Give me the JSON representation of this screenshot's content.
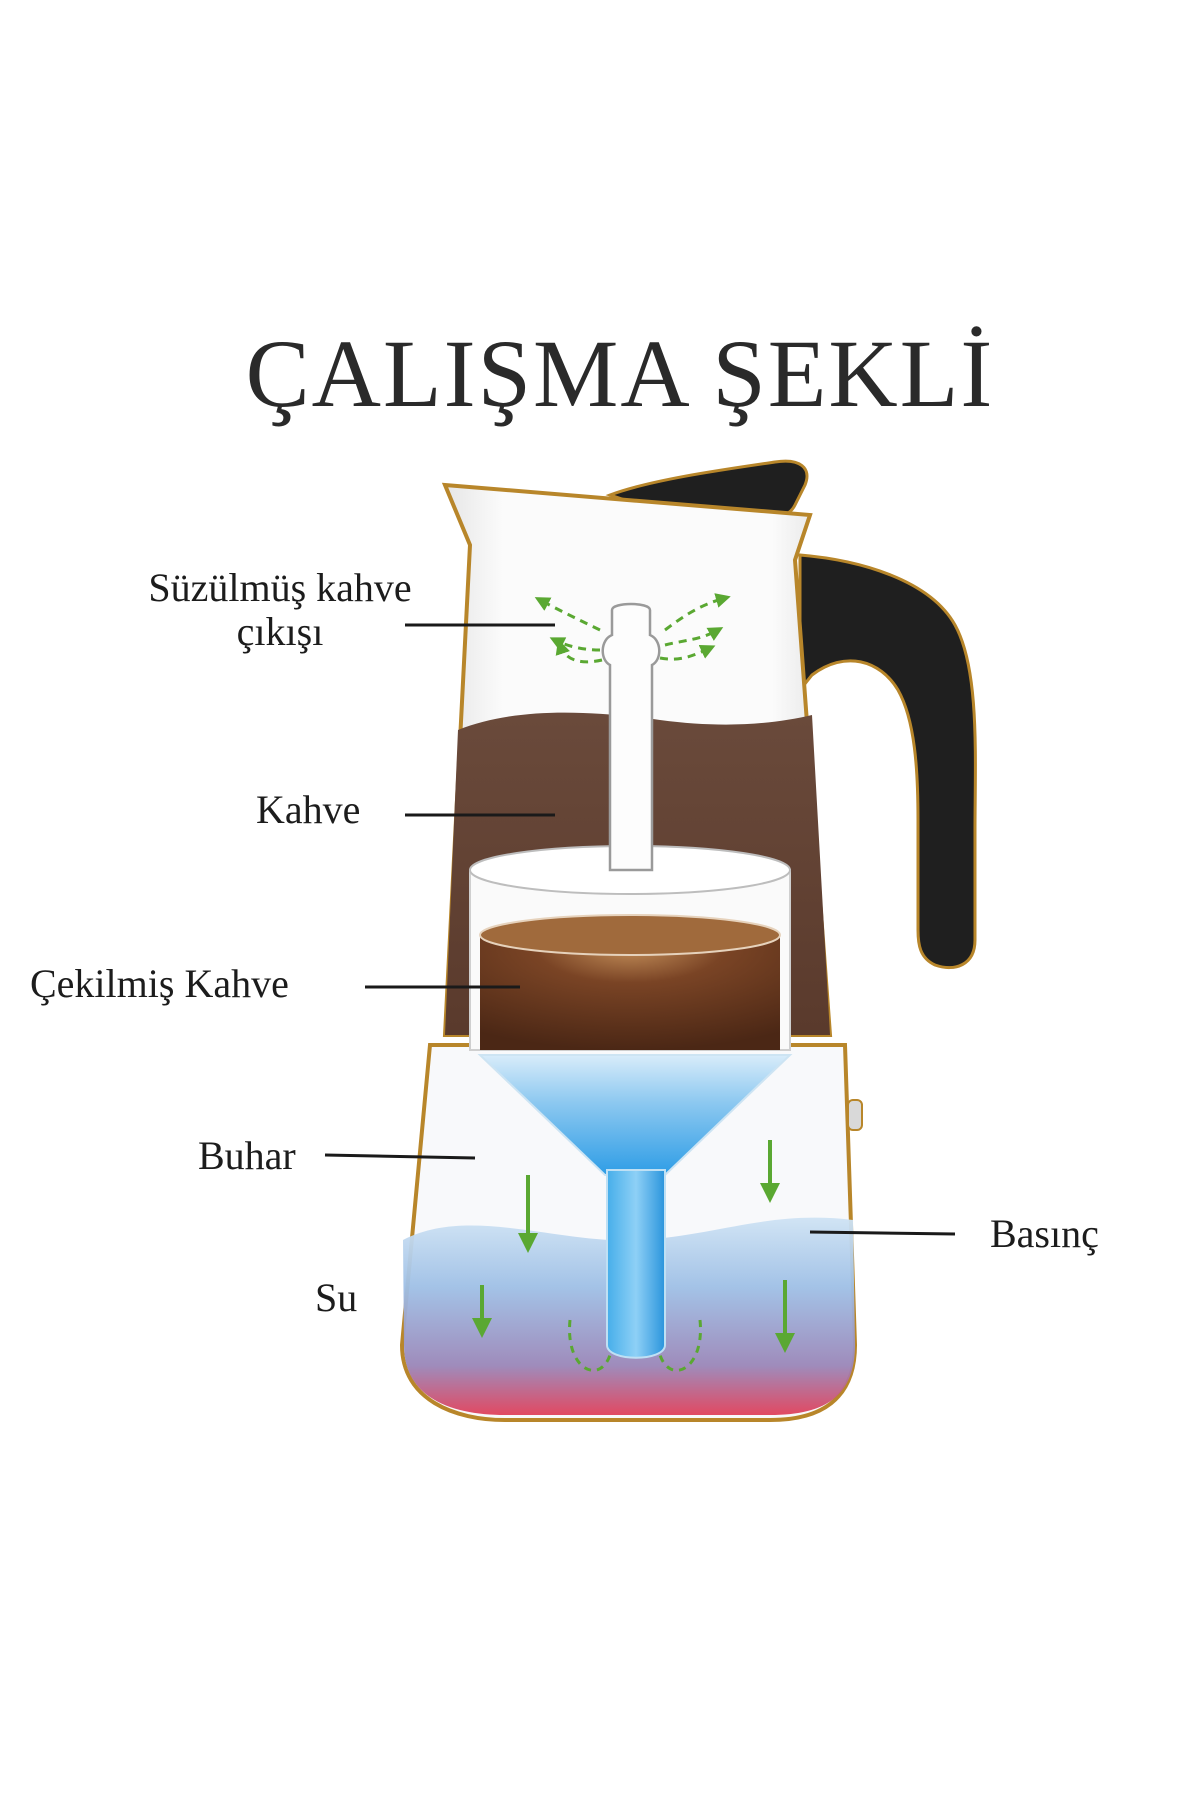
{
  "title": "ÇALIŞMA ŞEKLİ",
  "labels": {
    "filtered_coffee_outlet_line1": "Süzülmüş kahve",
    "filtered_coffee_outlet_line2": "çıkışı",
    "coffee": "Kahve",
    "ground_coffee": "Çekilmiş Kahve",
    "steam": "Buhar",
    "water": "Su",
    "pressure": "Basınç"
  },
  "colors": {
    "pot_outline": "#b8862a",
    "handle": "#1f1f1f",
    "brewed_coffee": "#6b4a3a",
    "ground_coffee": "#5a2f1c",
    "water_top": "#9fc4e8",
    "water_bottom": "#e0405a",
    "funnel": "#3aa6e8",
    "arrow_green": "#5aa832",
    "leader_line": "#1a1a1a"
  }
}
